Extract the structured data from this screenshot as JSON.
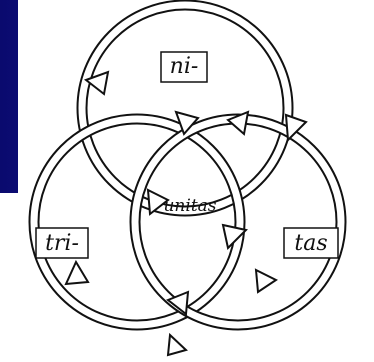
{
  "diagram": {
    "labels": {
      "top": "ni-",
      "left": "tri-",
      "right": "tas",
      "center": "unitas"
    }
  }
}
